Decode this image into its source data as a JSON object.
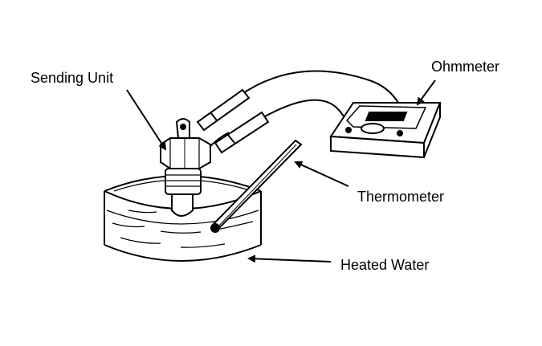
{
  "labels": {
    "sending_unit": "Sending Unit",
    "ohmmeter": "Ohmmeter",
    "thermometer": "Thermometer",
    "heated_water": "Heated Water"
  },
  "colors": {
    "ink": "#000000",
    "paper": "#ffffff"
  }
}
